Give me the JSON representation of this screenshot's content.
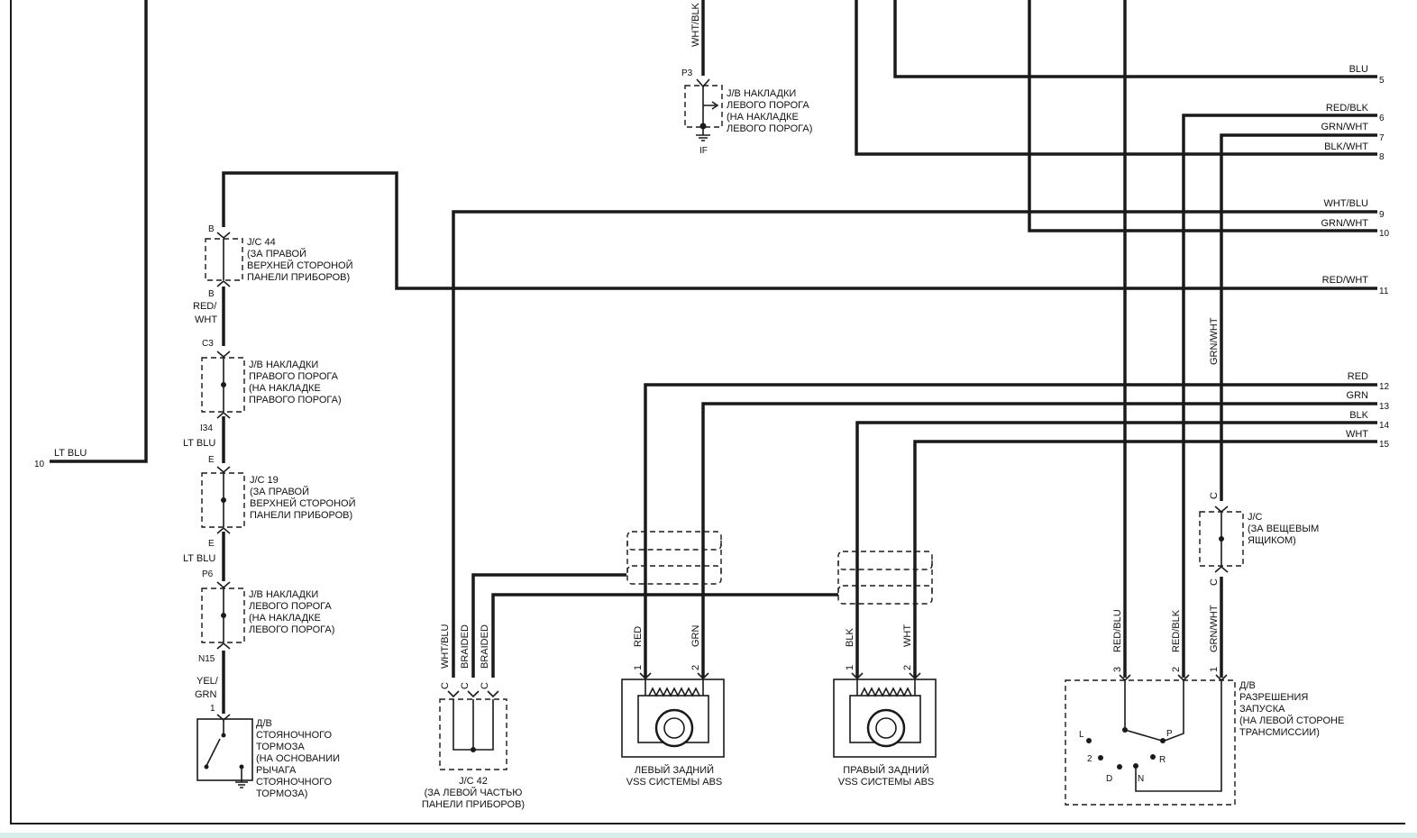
{
  "frame": {
    "border_color": "#1a1a1a",
    "footer_color": "#d9ede9"
  },
  "left_wire": {
    "pin": "10",
    "color": "LT BLU"
  },
  "top_wire_color": "WHT/BLK",
  "jb_left_sill_top": {
    "pin_top": "P3",
    "pin_bottom": "IF",
    "lines": [
      "J/B НАКЛАДКИ",
      "ЛЕВОГО ПОРОГА",
      "(НА НАКЛАДКЕ",
      "ЛЕВОГО ПОРОГА)"
    ]
  },
  "jc44": {
    "pin_top": "B",
    "pin_bottom": "B",
    "lines": [
      "J/C 44",
      "(ЗА ПРАВОЙ",
      "ВЕРХНЕЙ СТОРОНОЙ",
      "ПАНЕЛИ ПРИБОРОВ)"
    ]
  },
  "wire_red_wht_left": [
    "RED/",
    "WHT"
  ],
  "jb_right_sill": {
    "pin_top": "C3",
    "pin_bottom": "I34",
    "lines": [
      "J/B НАКЛАДКИ",
      "ПРАВОГО ПОРОГА",
      "(НА НАКЛАДКЕ",
      "ПРАВОГО ПОРОГА)"
    ]
  },
  "wire_lt_blu_1": "LT BLU",
  "jc19": {
    "pin_top": "E",
    "pin_bottom": "E",
    "lines": [
      "J/C 19",
      "(ЗА ПРАВОЙ",
      "ВЕРХНЕЙ СТОРОНОЙ",
      "ПАНЕЛИ ПРИБОРОВ)"
    ]
  },
  "wire_lt_blu_2": "LT BLU",
  "jb_left_sill": {
    "pin_top": "P6",
    "pin_bottom": "N15",
    "lines": [
      "J/B НАКЛАДКИ",
      "ЛЕВОГО ПОРОГА",
      "(НА НАКЛАДКЕ",
      "ЛЕВОГО ПОРОГА)"
    ]
  },
  "wire_yel_grn": [
    "YEL/",
    "GRN"
  ],
  "parking_brake_switch": {
    "pin": "1",
    "lines": [
      "Д/В",
      "СТОЯНОЧНОГО",
      "ТОРМОЗА",
      "(НА ОСНОВАНИИ",
      "РЫЧАГА",
      "СТОЯНОЧНОГО",
      "ТОРМОЗА)"
    ]
  },
  "jc42": {
    "pins": [
      "C",
      "C",
      "C"
    ],
    "wires": [
      "WHT/BLU",
      "BRAIDED",
      "BRAIDED"
    ],
    "lines": [
      "J/C 42",
      "(ЗА ЛЕВОЙ ЧАСТЬЮ",
      "ПАНЕЛИ ПРИБОРОВ)"
    ]
  },
  "left_rear_vss": {
    "pins": [
      "1",
      "2"
    ],
    "wires": [
      "RED",
      "GRN"
    ],
    "lines": [
      "ЛЕВЫЙ ЗАДНИЙ",
      "VSS СИСТЕМЫ ABS"
    ]
  },
  "right_rear_vss": {
    "pins": [
      "1",
      "2"
    ],
    "wires": [
      "BLK",
      "WHT"
    ],
    "lines": [
      "ПРАВЫЙ ЗАДНИЙ",
      "VSS СИСТЕМЫ ABS"
    ]
  },
  "jc_glovebox": {
    "pin_top": "C",
    "pin_bottom": "C",
    "lines": [
      "J/C",
      "(ЗА ВЕЩЕВЫМ",
      "ЯЩИКОМ)"
    ]
  },
  "grn_wht_vertical": "GRN/WHT",
  "start_switch": {
    "pins": [
      "3",
      "2",
      "1"
    ],
    "wires": [
      "RED/BLU",
      "RED/BLK",
      "GRN/WHT"
    ],
    "positions": [
      "L",
      "2",
      "D",
      "N",
      "R",
      "P"
    ],
    "lines": [
      "Д/В",
      "РАЗРЕШЕНИЯ",
      "ЗАПУСКА",
      "(НА ЛЕВОЙ СТОРОНЕ",
      "ТРАНСМИССИИ)"
    ]
  },
  "right_edge": [
    {
      "pin": "5",
      "color": "BLU"
    },
    {
      "pin": "6",
      "color": "RED/BLK"
    },
    {
      "pin": "7",
      "color": "GRN/WHT"
    },
    {
      "pin": "8",
      "color": "BLK/WHT"
    },
    {
      "pin": "9",
      "color": "WHT/BLU"
    },
    {
      "pin": "10",
      "color": "GRN/WHT"
    },
    {
      "pin": "11",
      "color": "RED/WHT"
    },
    {
      "pin": "12",
      "color": "RED"
    },
    {
      "pin": "13",
      "color": "GRN"
    },
    {
      "pin": "14",
      "color": "BLK"
    },
    {
      "pin": "15",
      "color": "WHT"
    }
  ]
}
